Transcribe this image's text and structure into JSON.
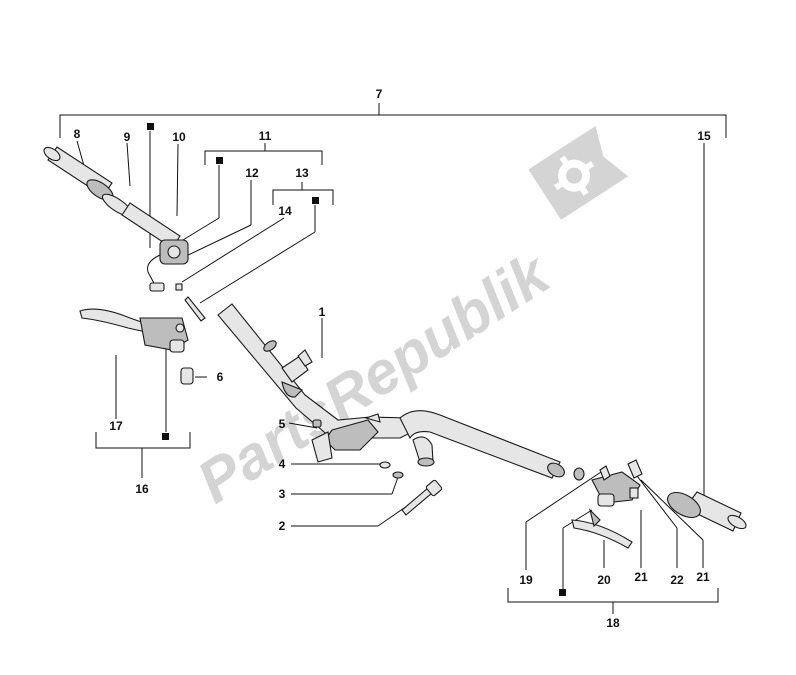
{
  "watermark": {
    "text": "PartsRepublik",
    "logo": "gear-flag-icon"
  },
  "callouts": [
    {
      "id": "c7",
      "label": "7"
    },
    {
      "id": "c8",
      "label": "8"
    },
    {
      "id": "c9",
      "label": "9"
    },
    {
      "id": "c10",
      "label": "10"
    },
    {
      "id": "c11",
      "label": "11"
    },
    {
      "id": "c12",
      "label": "12"
    },
    {
      "id": "c13",
      "label": "13"
    },
    {
      "id": "c14",
      "label": "14"
    },
    {
      "id": "c15",
      "label": "15"
    },
    {
      "id": "c1",
      "label": "1"
    },
    {
      "id": "c6",
      "label": "6"
    },
    {
      "id": "c17",
      "label": "17"
    },
    {
      "id": "c16",
      "label": "16"
    },
    {
      "id": "c5",
      "label": "5"
    },
    {
      "id": "c4",
      "label": "4"
    },
    {
      "id": "c3",
      "label": "3"
    },
    {
      "id": "c2",
      "label": "2"
    },
    {
      "id": "c19",
      "label": "19"
    },
    {
      "id": "c20",
      "label": "20"
    },
    {
      "id": "c21a",
      "label": "21"
    },
    {
      "id": "c22",
      "label": "22"
    },
    {
      "id": "c21b",
      "label": "21"
    },
    {
      "id": "c18",
      "label": "18"
    }
  ]
}
